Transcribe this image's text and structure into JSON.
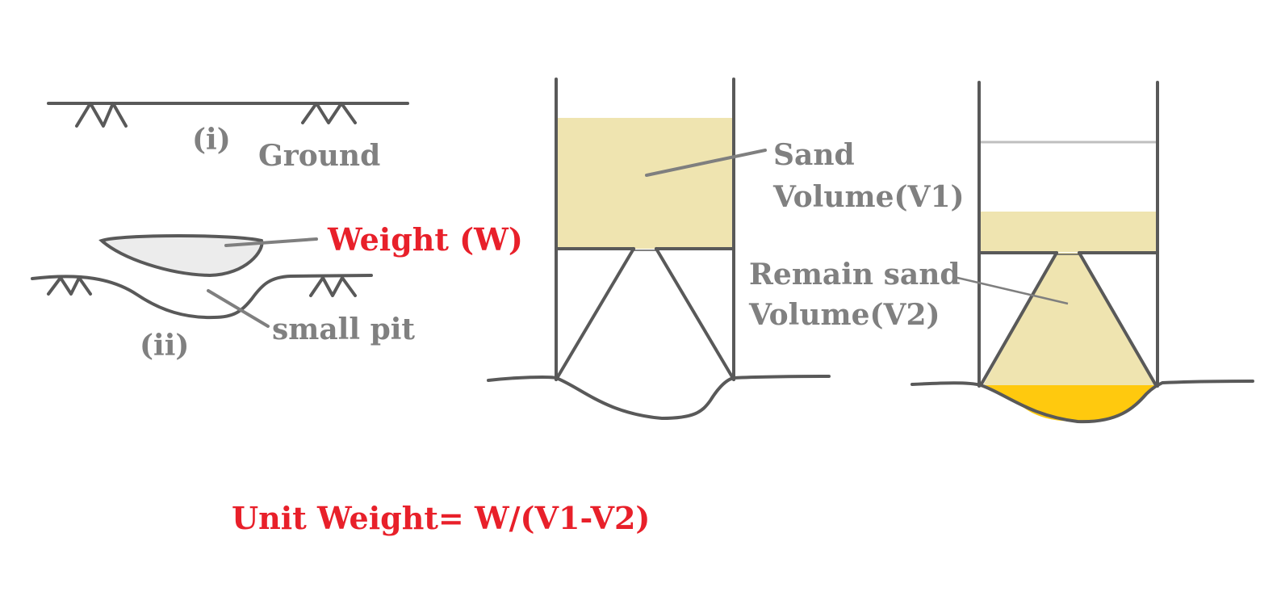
{
  "labels": {
    "stage_i": "(i)",
    "ground": "Ground",
    "weight": "Weight (W)",
    "stage_ii": "(ii)",
    "small_pit": "small pit",
    "sand": "Sand",
    "volume_v1": "Volume(V1)",
    "remain_sand": "Remain sand",
    "volume_v2": "Volume(V2)",
    "formula": "Unit Weight= W/(V1-V2)"
  },
  "colors": {
    "line": "#595959",
    "label": "#808080",
    "highlight_red": "#e8202a",
    "sand": "#efe4b0",
    "pit_sand": "#ffc90e",
    "weight_fill": "#ececec"
  },
  "icons": {
    "ground_symbol": "ground-hatch-icon"
  }
}
